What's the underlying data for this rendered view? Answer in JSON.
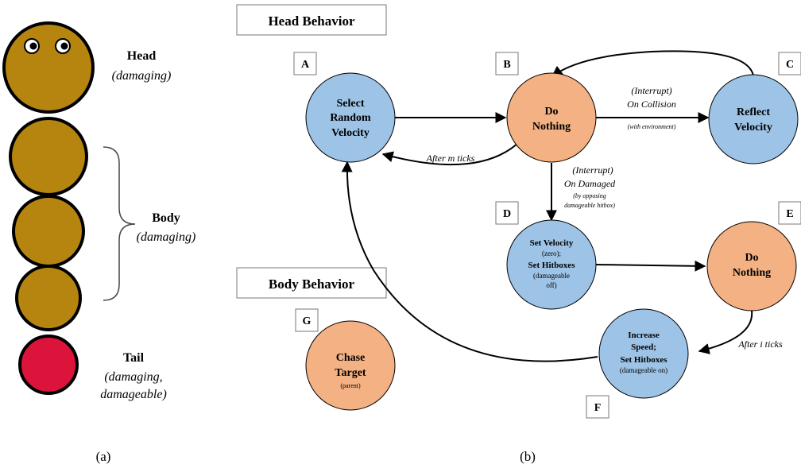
{
  "colors": {
    "segment": "#b5850f",
    "tail": "#dc143c",
    "blue_state": "#9dc3e6",
    "orange_state": "#f4b183",
    "stroke": "#000000"
  },
  "panel_a": {
    "head": {
      "name": "Head",
      "note": "(damaging)"
    },
    "body": {
      "name": "Body",
      "note": "(damaging)"
    },
    "tail": {
      "name": "Tail",
      "note1": "(damaging,",
      "note2": "damageable)"
    },
    "caption": "(a)"
  },
  "panel_b": {
    "caption": "(b)",
    "head_behavior_title": "Head Behavior",
    "body_behavior_title": "Body Behavior",
    "states": {
      "A": {
        "letter": "A",
        "line1": "Select",
        "line2": "Random",
        "line3": "Velocity"
      },
      "B": {
        "letter": "B",
        "line1": "Do",
        "line2": "Nothing"
      },
      "C": {
        "letter": "C",
        "line1": "Reflect",
        "line2": "Velocity"
      },
      "D": {
        "letter": "D",
        "line1": "Set Velocity",
        "line2": "(zero);",
        "line3": "Set Hitboxes",
        "line4": "(damageable",
        "line5": "off)"
      },
      "E": {
        "letter": "E",
        "line1": "Do",
        "line2": "Nothing"
      },
      "F": {
        "letter": "F",
        "line1": "Increase",
        "line2": "Speed;",
        "line3": "Set Hitboxes",
        "line4": "(damageable on)"
      },
      "G": {
        "letter": "G",
        "line1": "Chase",
        "line2": "Target",
        "line3": "(parent)"
      }
    },
    "transitions": {
      "collision_1": "(Interrupt)",
      "collision_2": "On Collision",
      "collision_3": "(with environment)",
      "damaged_1": "(Interrupt)",
      "damaged_2": "On Damaged",
      "damaged_3": "(by opposing",
      "damaged_4": "damageable hitbox)",
      "after_m": "After m ticks",
      "after_i": "After i ticks"
    }
  }
}
